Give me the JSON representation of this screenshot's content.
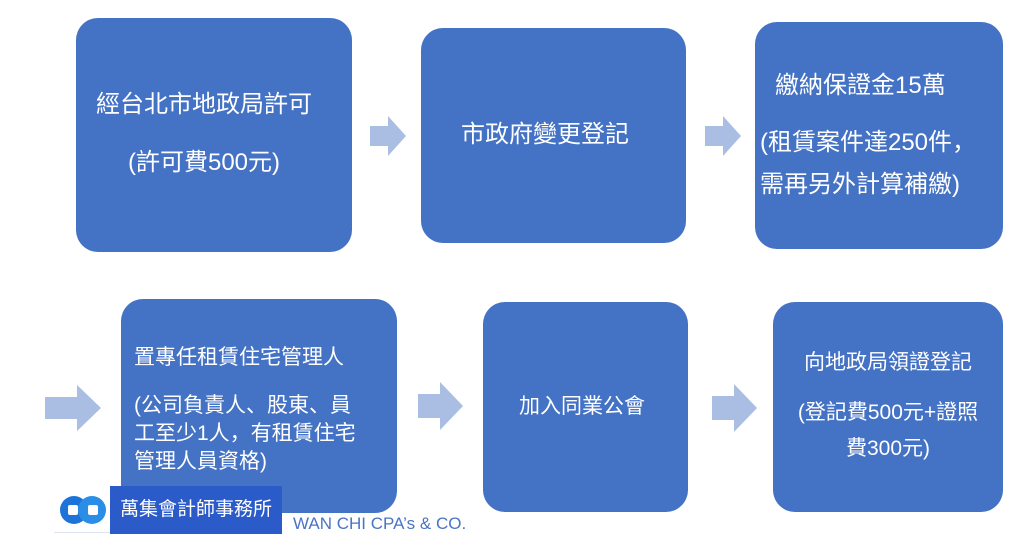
{
  "steps": [
    {
      "title": "經台北市地政局許可",
      "note": "(許可費500元)"
    },
    {
      "title": "市政府變更登記"
    },
    {
      "title": "繳納保證金15萬",
      "note_line1": "(租賃案件達250件，",
      "note_line2": "需再另外計算補繳)"
    },
    {
      "title": "置專任租賃住宅管理人",
      "note_line1": "(公司負責人、股東、員",
      "note_line2": "工至少1人，有租賃住宅",
      "note_line3": "管理人員資格)"
    },
    {
      "title": "加入同業公會"
    },
    {
      "title": "向地政局領證登記",
      "note_line1": "(登記費500元+證照",
      "note_line2": "費300元)"
    }
  ],
  "logo": {
    "name_zh": "萬集會計師事務所",
    "name_en": "WAN CHI CPA’s & CO."
  },
  "colors": {
    "box": "#4472c4",
    "arrow": "#a9bee2",
    "logo": "#2a5bc8"
  }
}
